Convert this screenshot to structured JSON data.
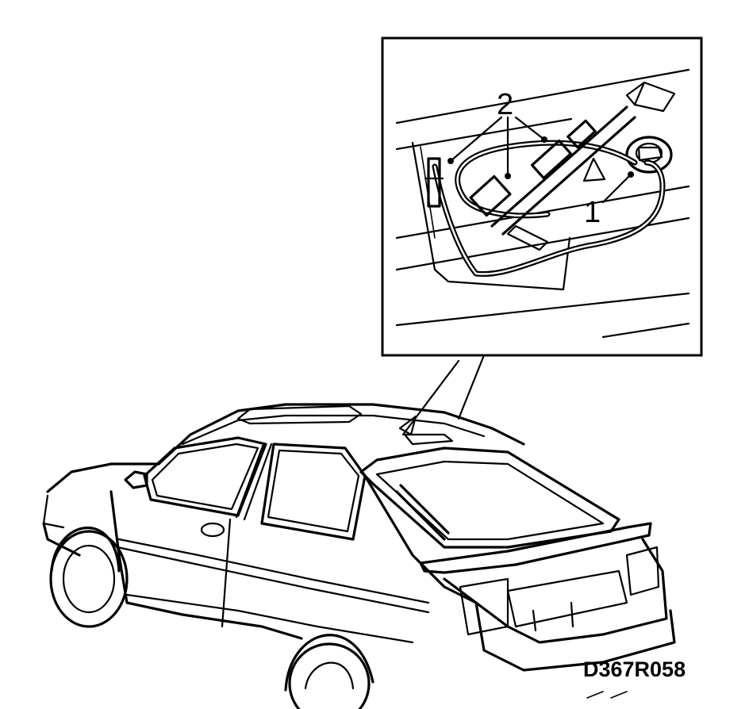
{
  "diagram": {
    "callouts": [
      {
        "id": "1",
        "label": "1"
      },
      {
        "id": "2",
        "label": "2"
      }
    ],
    "reference_code": "D367R058"
  }
}
